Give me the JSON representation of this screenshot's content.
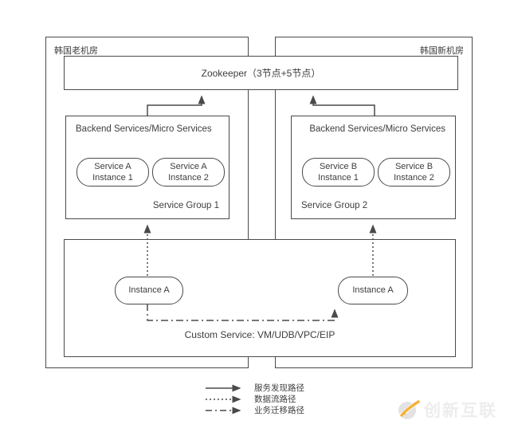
{
  "diagram": {
    "colors": {
      "line": "#4a4a4a",
      "text": "#3d3d3d",
      "background": "#ffffff",
      "watermark_gray": "#e3e3e3",
      "watermark_yellow": "#f3b23a"
    },
    "containers": {
      "left": {
        "label": "韩国老机房"
      },
      "right": {
        "label": "韩国新机房"
      }
    },
    "zookeeper": {
      "label": "Zookeeper（3节点+5节点）"
    },
    "service_groups": {
      "group1": {
        "title": "Backend Services/Micro Services",
        "footer": "Service Group 1",
        "instances": [
          {
            "line1": "Service A",
            "line2": "Instance 1"
          },
          {
            "line1": "Service A",
            "line2": "Instance 2"
          }
        ]
      },
      "group2": {
        "title": "Backend Services/Micro Services",
        "footer": "Service Group 2",
        "instances": [
          {
            "line1": "Service B",
            "line2": "Instance 1"
          },
          {
            "line1": "Service B",
            "line2": "Instance 2"
          }
        ]
      }
    },
    "custom_service": {
      "label": "Custom Service: VM/UDB/VPC/EIP",
      "instances": [
        {
          "label": "Instance A"
        },
        {
          "label": "Instance A"
        }
      ]
    },
    "legend": {
      "items": [
        {
          "style": "solid",
          "label": "服务发现路径"
        },
        {
          "style": "dotted",
          "label": "数据流路径"
        },
        {
          "style": "dashdot",
          "label": "业务迁移路径"
        }
      ]
    },
    "watermark": {
      "text": "创新互联"
    }
  }
}
